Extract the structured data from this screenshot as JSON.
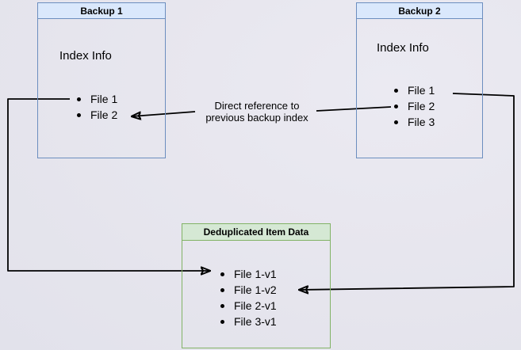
{
  "colors": {
    "blue_fill": "#dae8fc",
    "blue_border": "#6c8ebf",
    "green_fill": "#d5e8d4",
    "green_border": "#82b366",
    "connector": "#000000",
    "background": "#e6e6ee"
  },
  "boxes": {
    "backup1": {
      "title": "Backup 1",
      "subtitle": "Index Info",
      "items": [
        "File 1",
        "File 2"
      ]
    },
    "backup2": {
      "title": "Backup 2",
      "subtitle": "Index Info",
      "items": [
        "File 1",
        "File 2",
        "File 3"
      ]
    },
    "dedup": {
      "title": "Deduplicated Item Data",
      "items": [
        "File 1-v1",
        "File 1-v2",
        "File 2-v1",
        "File 3-v1"
      ]
    }
  },
  "annotation": {
    "text": "Direct reference to\nprevious backup index"
  },
  "connectors": [
    {
      "from": "backup1.File 1",
      "to": "dedup.File 1-v1",
      "label": ""
    },
    {
      "from": "backup2.File 2",
      "to": "backup1.File 2",
      "label": "Direct reference to previous backup index"
    },
    {
      "from": "backup2.File 1",
      "to": "dedup.File 1-v2",
      "label": ""
    }
  ]
}
